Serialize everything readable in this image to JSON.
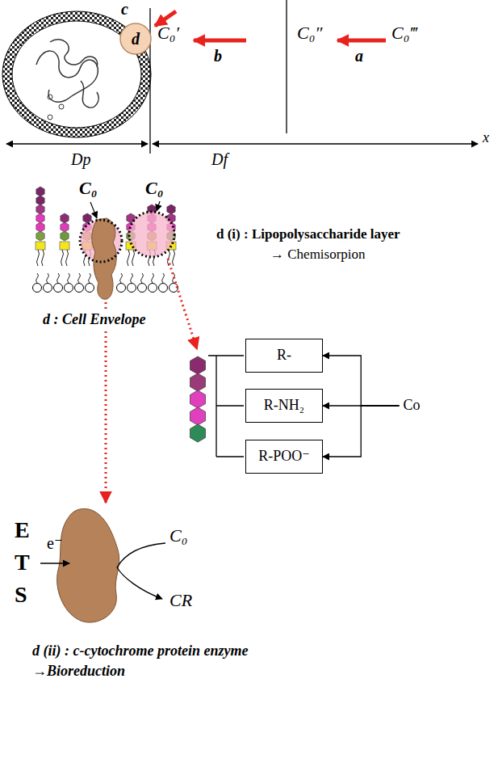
{
  "diagram": {
    "nodes": [
      {
        "text": [
          "d"
        ]
      },
      {
        "text": [
          "R-"
        ]
      },
      {
        "text": [
          "R-NH₂"
        ]
      },
      {
        "text": [
          "R-POO⁻"
        ]
      },
      {
        "text": [
          "Co"
        ]
      }
    ],
    "edges": [
      {
        "from": 4,
        "to": 1,
        "arrow": "to"
      },
      {
        "from": 4,
        "to": 2,
        "arrow": "to"
      },
      {
        "from": 4,
        "to": 3,
        "arrow": "to"
      }
    ],
    "labels": [
      "c",
      "C₀′",
      "b",
      "C₀″",
      "a",
      "C₀‴",
      "x",
      "Dp",
      "Df",
      "C₀",
      "C₀",
      "d (i) : Lipopolysaccharide layer",
      "→ Chemisorpion",
      "d : Cell Envelope",
      "E",
      "T",
      "S",
      "e⁻",
      "C₀",
      "CR",
      "d (ii) : c-cytochrome protein enzyme",
      "→Bioreduction"
    ]
  }
}
